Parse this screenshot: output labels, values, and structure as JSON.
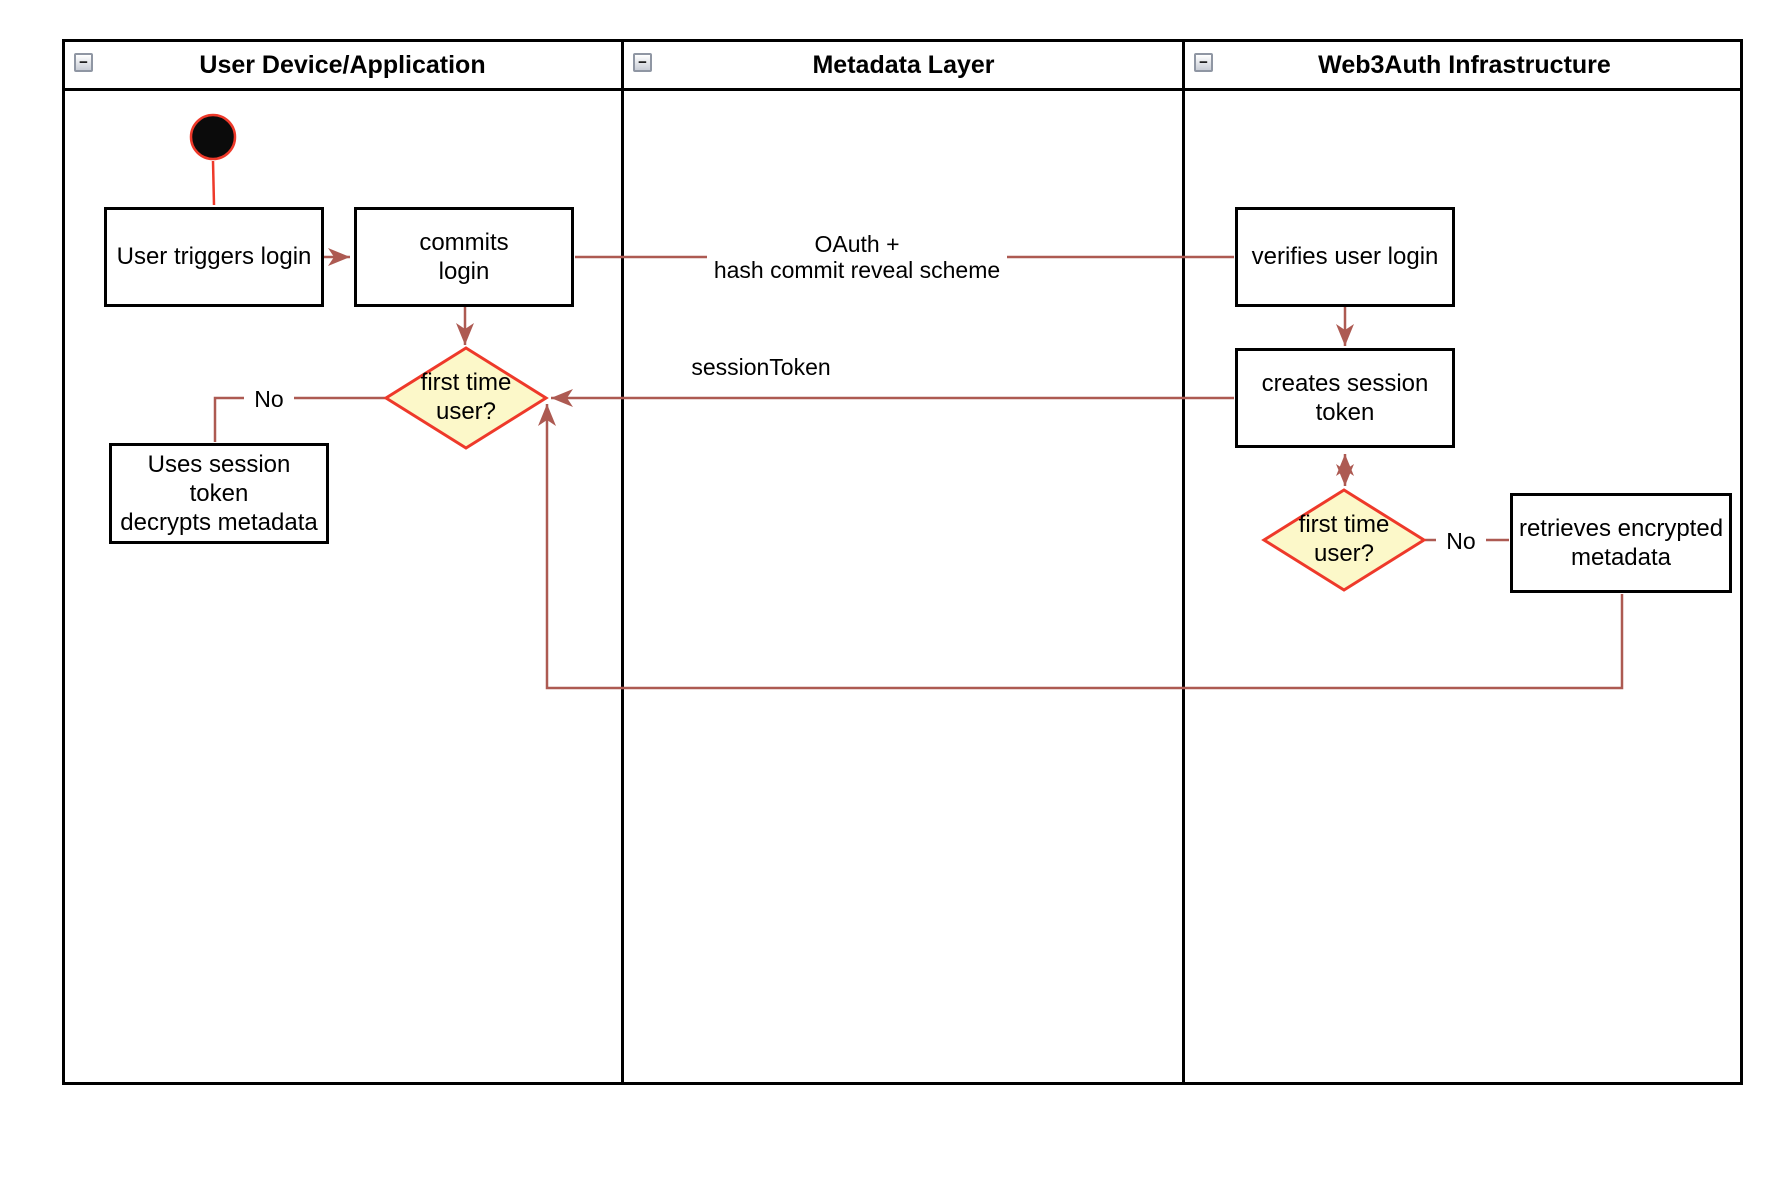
{
  "colors": {
    "connector": "#ad5a52",
    "accent_red": "#ee392a",
    "decision_fill": "#fcf8c9",
    "start_fill": "#0b0b0b",
    "frame": "#000000"
  },
  "lanes": [
    {
      "title": "User Device/Application",
      "collapse": "−"
    },
    {
      "title": "Metadata Layer",
      "collapse": "−"
    },
    {
      "title": "Web3Auth Infrastructure",
      "collapse": "−"
    }
  ],
  "nodes": {
    "user_triggers_login": "User triggers login",
    "commits_login": "commits\nlogin",
    "verifies_user_login": "verifies user login",
    "creates_session_token": "creates session\ntoken",
    "uses_session_token": "Uses session\ntoken\ndecrypts metadata",
    "retrieves_encrypted_metadata": "retrieves encrypted\nmetadata"
  },
  "decisions": {
    "first_time_user_device": "first time\nuser?",
    "first_time_user_infra": "first time\nuser?"
  },
  "edge_labels": {
    "oauth": "OAuth +\nhash commit reveal scheme",
    "session_token": "sessionToken",
    "no_device": "No",
    "no_infra": "No"
  }
}
